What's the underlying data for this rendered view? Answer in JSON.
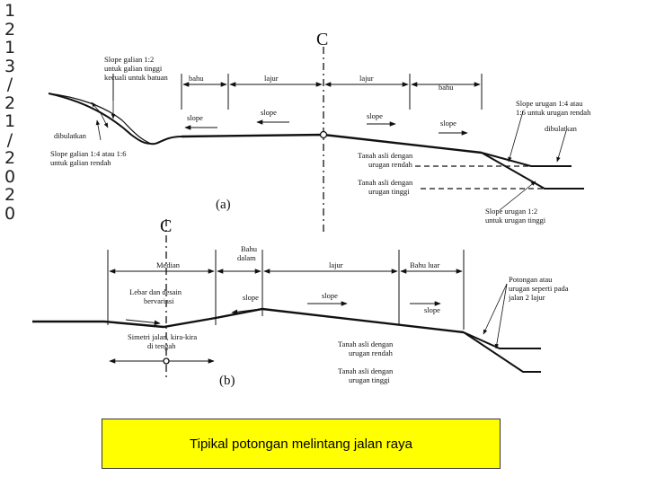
{
  "slide_date": [
    "1",
    "2",
    "1",
    "3",
    "/",
    "2",
    "1",
    "/",
    "2",
    "0",
    "2",
    "0"
  ],
  "diagram_a": {
    "centerline": "C",
    "label": "(a)",
    "labels": {
      "slope_galian_main": "Slope galian 1:2",
      "slope_galian_l2": "untuk galian tinggi",
      "slope_galian_l3": "kecuali untuk batuan",
      "dibulatkan_left": "dibulatkan",
      "slope_galian_rendah_l1": "Slope galian 1:4 atau 1:6",
      "slope_galian_rendah_l2": "untuk galian rendah",
      "bahu_left": "bahu",
      "lajur_left": "lajur",
      "lajur_right": "lajur",
      "bahu_right": "bahu",
      "slope_1": "slope",
      "slope_2": "slope",
      "slope_3": "slope",
      "slope_4": "slope",
      "urugan_rendah_l1": "Slope urugan 1:4 atau",
      "urugan_rendah_l2": "1:6  untuk urugan rendah",
      "dibulatkan_right": "dibulatkan",
      "tanah_rendah_l1": "Tanah asli dengan",
      "tanah_rendah_l2": "urugan rendah",
      "tanah_tinggi_l1": "Tanah asli dengan",
      "tanah_tinggi_l2": "urugan tinggi",
      "urugan_tinggi_l1": "Slope urugan 1:2",
      "urugan_tinggi_l2": "untuk urugan tinggi"
    }
  },
  "diagram_b": {
    "centerline": "C",
    "label": "(b)",
    "labels": {
      "bahu_dalam_l1": "Bahu",
      "bahu_dalam_l2": "dalam",
      "median": "Median",
      "lajur": "lajur",
      "bahu_luar": "Bahu luar",
      "lebar_l1": "Lebar dan desain",
      "lebar_l2": "bervariasi",
      "slope_1": "slope",
      "slope_2": "slope",
      "slope_3": "slope",
      "simetri_l1": "Simetri jalan, kira-kira",
      "simetri_l2": "di tengah",
      "potongan_l1": "Potongan atau",
      "potongan_l2": "urugan seperti pada",
      "potongan_l3": "jalan 2 lajur",
      "tanah_rendah_l1": "Tanah asli dengan",
      "tanah_rendah_l2": "urugan rendah",
      "tanah_tinggi_l1": "Tanah asli dengan",
      "tanah_tinggi_l2": "urugan tinggi"
    }
  },
  "caption": "Tipikal potongan melintang jalan raya",
  "colors": {
    "caption_bg": "#ffff00",
    "ink": "#111111"
  }
}
